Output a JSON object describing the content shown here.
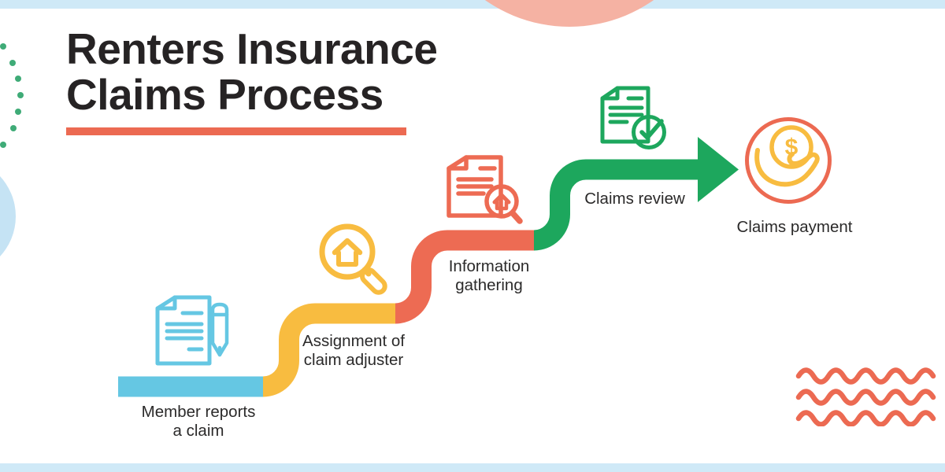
{
  "title": {
    "line1": "Renters Insurance",
    "line2": "Claims Process"
  },
  "steps": [
    {
      "key": "member-reports-a-claim",
      "line1": "Member reports",
      "line2": "a claim",
      "color": "#65c7e3",
      "icon": "document-pen-icon"
    },
    {
      "key": "assignment-of-claim-adjuster",
      "line1": "Assignment of",
      "line2": "claim adjuster",
      "color": "#f8bc40",
      "icon": "house-magnifier-icon"
    },
    {
      "key": "information-gathering",
      "line1": "Information",
      "line2": "gathering",
      "color": "#ed6b53",
      "icon": "document-magnifier-icon"
    },
    {
      "key": "claims-review",
      "line1": "Claims review",
      "line2": "",
      "color": "#1da75d",
      "icon": "document-check-icon"
    },
    {
      "key": "claims-payment",
      "line1": "Claims payment",
      "line2": "",
      "color": "#ed6b53",
      "icon": "coin-in-hand-icon"
    }
  ],
  "payment_icon": {
    "currency_symbol": "$"
  },
  "colors": {
    "title_text": "#262324",
    "label_text": "#2b2a2a",
    "accent_underline": "#ec6a52",
    "step_blue": "#65c7e3",
    "step_yellow": "#f8bc40",
    "step_red": "#ed6b53",
    "step_green": "#1da75d",
    "dots_green": "#3fab77",
    "border_bars": "#cfe9f7",
    "circle_pink": "#f5b2a3",
    "circle_blue": "#c5e3f4"
  }
}
